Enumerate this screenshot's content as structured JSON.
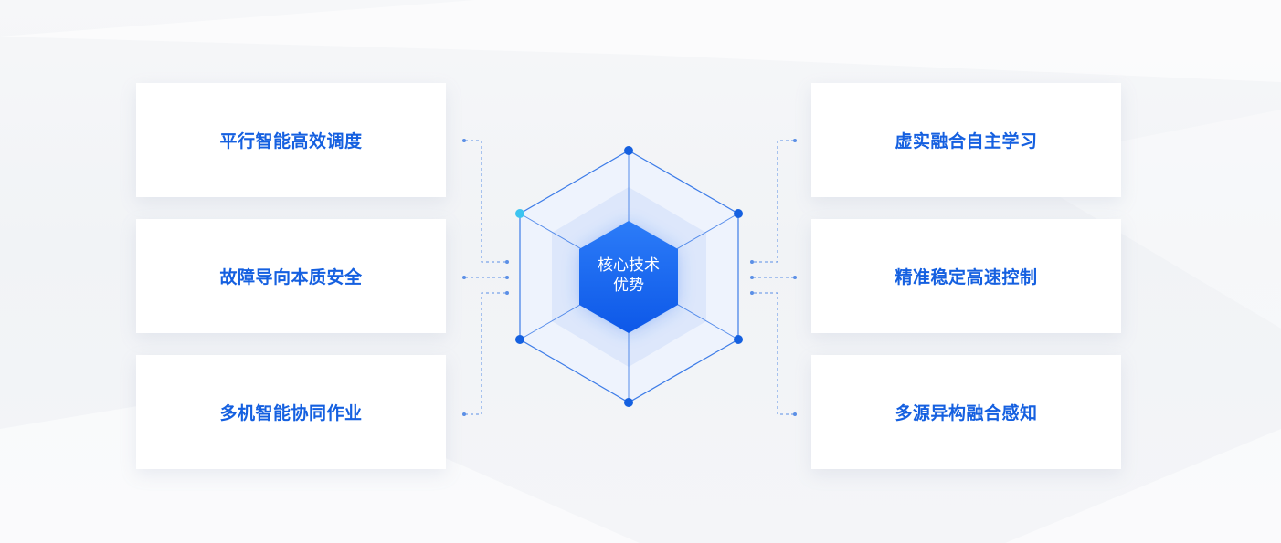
{
  "center": {
    "line1": "核心技术",
    "line2": "优势"
  },
  "left_cards": [
    "平行智能高效调度",
    "故障导向本质安全",
    "多机智能协同作业"
  ],
  "right_cards": [
    "虚实融合自主学习",
    "精准稳定高速控制",
    "多源异构融合感知"
  ],
  "colors": {
    "accent": "#1560e0",
    "hex_core": "#1a6cf5",
    "connector": "#5b8fe6",
    "highlight_node": "#3cc4f0"
  }
}
